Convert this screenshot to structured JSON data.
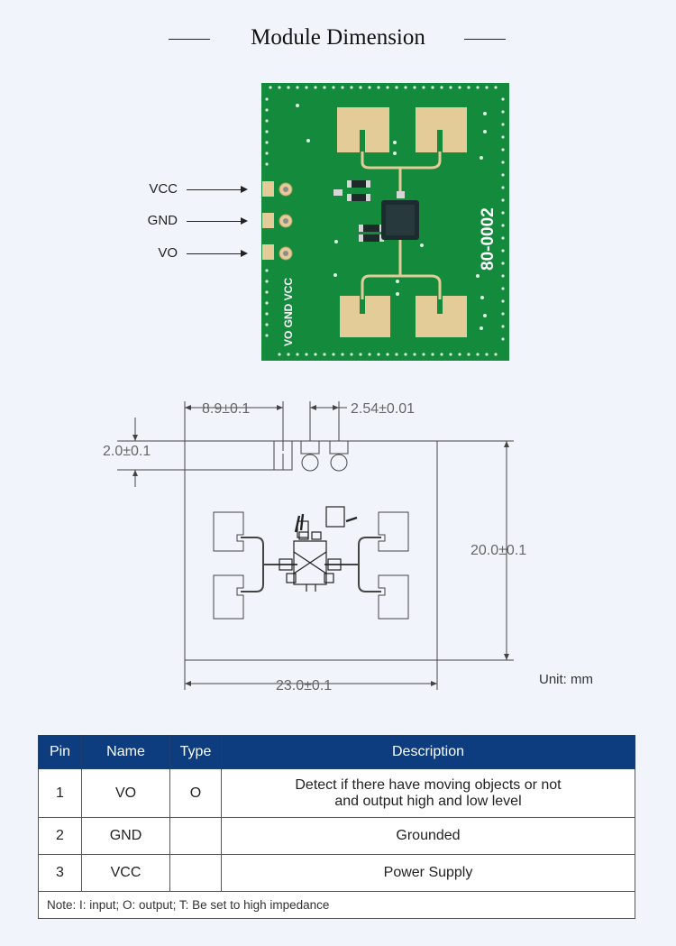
{
  "title": "Module Dimension",
  "board": {
    "silkscreen_pins": "VO GND VCC",
    "silkscreen_code": "80-0002"
  },
  "pin_labels": [
    "VCC",
    "GND",
    "VO"
  ],
  "dimensions": {
    "pin_offset": "8.9±0.1",
    "pin_pitch": "2.54±0.01",
    "pin_pad": "2.0±0.1",
    "height": "20.0±0.1",
    "width": "23.0±0.1"
  },
  "unit": "Unit: mm",
  "table": {
    "headers": [
      "Pin",
      "Name",
      "Type",
      "Description"
    ],
    "rows": [
      {
        "pin": "1",
        "name": "VO",
        "type": "O",
        "desc_line1": "Detect if there have moving objects or not",
        "desc_line2": "and output high and low level"
      },
      {
        "pin": "2",
        "name": "GND",
        "type": "",
        "description": "Grounded"
      },
      {
        "pin": "3",
        "name": "VCC",
        "type": "",
        "description": "Power Supply"
      }
    ],
    "note": "Note:   I: input;   O: output;  T: Be set to high impedance"
  },
  "colors": {
    "background": "#f1f5fb",
    "pcb": "#138a3c",
    "pad_gold": "#e3cc97",
    "header_blue": "#0d3d7e"
  }
}
